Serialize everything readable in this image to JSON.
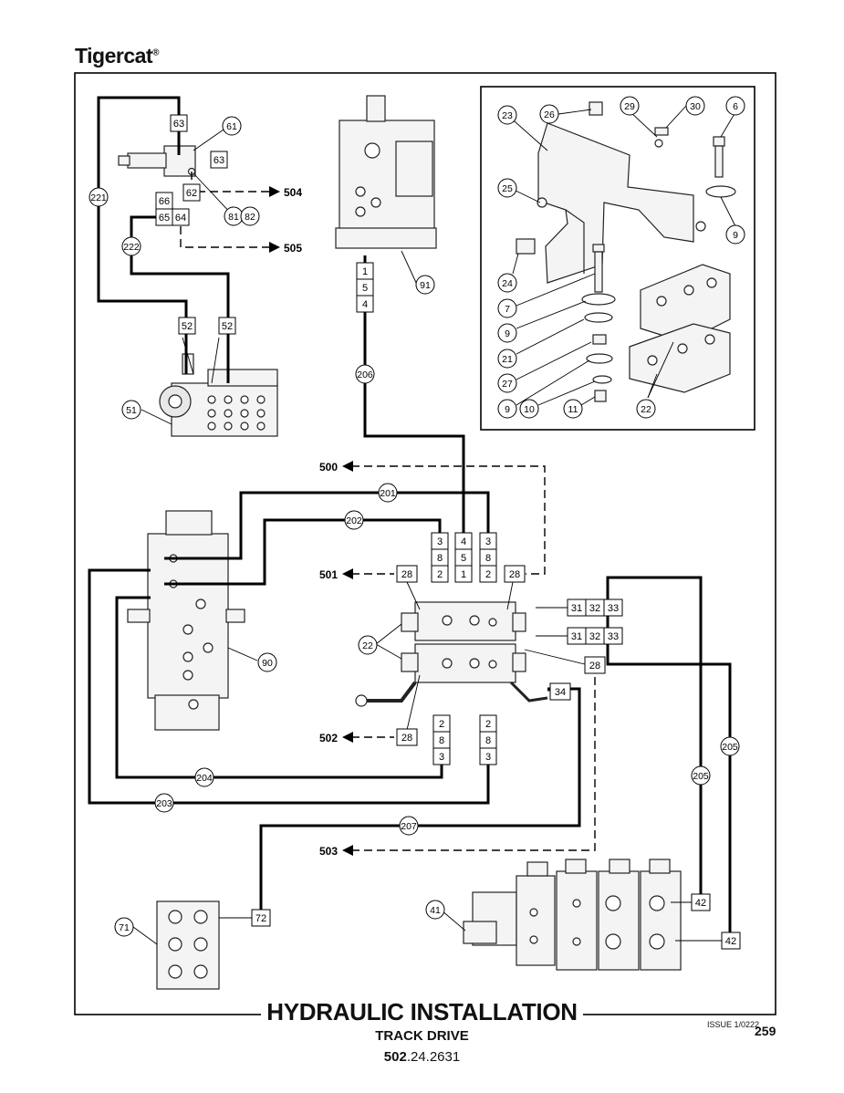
{
  "header": {
    "brand": "Tigercat",
    "brand_mark": "®"
  },
  "footer": {
    "title": "HYDRAULIC INSTALLATION",
    "subtitle": "TRACK DRIVE",
    "part_number_bold": "502",
    "part_number_rest": ".24.2631",
    "issue": "ISSUE 1/0222",
    "page": "259"
  },
  "diagram": {
    "hoses": [
      {
        "id": "hose-221",
        "label": "221"
      },
      {
        "id": "hose-222",
        "label": "222"
      },
      {
        "id": "hose-206",
        "label": "206"
      },
      {
        "id": "hose-201",
        "label": "201"
      },
      {
        "id": "hose-202",
        "label": "202"
      },
      {
        "id": "hose-204",
        "label": "204"
      },
      {
        "id": "hose-203",
        "label": "203"
      },
      {
        "id": "hose-207",
        "label": "207"
      },
      {
        "id": "hose-205-a",
        "label": "205"
      },
      {
        "id": "hose-205-b",
        "label": "205"
      }
    ],
    "callouts": [
      {
        "id": "61",
        "label": "61"
      },
      {
        "id": "81",
        "label": "81"
      },
      {
        "id": "82",
        "label": "82"
      },
      {
        "id": "91",
        "label": "91"
      },
      {
        "id": "51",
        "label": "51"
      },
      {
        "id": "90",
        "label": "90"
      },
      {
        "id": "22-main",
        "label": "22"
      },
      {
        "id": "71",
        "label": "71"
      },
      {
        "id": "41",
        "label": "41"
      },
      {
        "id": "23",
        "label": "23"
      },
      {
        "id": "26",
        "label": "26"
      },
      {
        "id": "29",
        "label": "29"
      },
      {
        "id": "30",
        "label": "30"
      },
      {
        "id": "6",
        "label": "6"
      },
      {
        "id": "25",
        "label": "25"
      },
      {
        "id": "9-a",
        "label": "9"
      },
      {
        "id": "24",
        "label": "24"
      },
      {
        "id": "7",
        "label": "7"
      },
      {
        "id": "9-b",
        "label": "9"
      },
      {
        "id": "21",
        "label": "21"
      },
      {
        "id": "27",
        "label": "27"
      },
      {
        "id": "9-c",
        "label": "9"
      },
      {
        "id": "10",
        "label": "10"
      },
      {
        "id": "11",
        "label": "11"
      },
      {
        "id": "22-detail",
        "label": "22"
      }
    ],
    "boxes": [
      {
        "id": "63-a",
        "label": "63"
      },
      {
        "id": "63-b",
        "label": "63"
      },
      {
        "id": "62",
        "label": "62"
      },
      {
        "id": "66",
        "label": "66"
      },
      {
        "id": "65",
        "label": "65"
      },
      {
        "id": "64",
        "label": "64"
      },
      {
        "id": "52-a",
        "label": "52"
      },
      {
        "id": "52-b",
        "label": "52"
      },
      {
        "id": "p-1",
        "label": "1"
      },
      {
        "id": "p-5",
        "label": "5"
      },
      {
        "id": "p-4",
        "label": "4"
      },
      {
        "id": "c1-3",
        "label": "3"
      },
      {
        "id": "c1-8",
        "label": "8"
      },
      {
        "id": "c1-2",
        "label": "2"
      },
      {
        "id": "c2-4",
        "label": "4"
      },
      {
        "id": "c2-5",
        "label": "5"
      },
      {
        "id": "c2-1",
        "label": "1"
      },
      {
        "id": "c3-3",
        "label": "3"
      },
      {
        "id": "c3-8",
        "label": "8"
      },
      {
        "id": "c3-2",
        "label": "2"
      },
      {
        "id": "28-a",
        "label": "28"
      },
      {
        "id": "28-b",
        "label": "28"
      },
      {
        "id": "28-c",
        "label": "28"
      },
      {
        "id": "28-d",
        "label": "28"
      },
      {
        "id": "31-a",
        "label": "31"
      },
      {
        "id": "32-a",
        "label": "32"
      },
      {
        "id": "33-a",
        "label": "33"
      },
      {
        "id": "31-b",
        "label": "31"
      },
      {
        "id": "32-b",
        "label": "32"
      },
      {
        "id": "33-b",
        "label": "33"
      },
      {
        "id": "34",
        "label": "34"
      },
      {
        "id": "l1-2",
        "label": "2"
      },
      {
        "id": "l1-8",
        "label": "8"
      },
      {
        "id": "l1-3",
        "label": "3"
      },
      {
        "id": "l2-2",
        "label": "2"
      },
      {
        "id": "l2-8",
        "label": "8"
      },
      {
        "id": "l2-3",
        "label": "3"
      },
      {
        "id": "72",
        "label": "72"
      },
      {
        "id": "42-a",
        "label": "42"
      },
      {
        "id": "42-b",
        "label": "42"
      }
    ],
    "arrows": [
      {
        "id": "504",
        "label": "504"
      },
      {
        "id": "505",
        "label": "505"
      },
      {
        "id": "500",
        "label": "500"
      },
      {
        "id": "501",
        "label": "501"
      },
      {
        "id": "502",
        "label": "502"
      },
      {
        "id": "503",
        "label": "503"
      }
    ]
  }
}
